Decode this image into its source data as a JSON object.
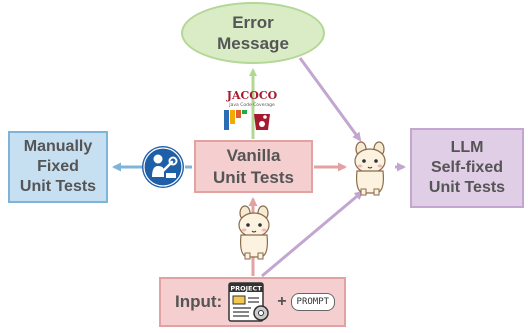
{
  "nodes": {
    "error": [
      "Error",
      "Message"
    ],
    "manual": [
      "Manually",
      "Fixed",
      "Unit Tests"
    ],
    "vanilla": [
      "Vanilla",
      "Unit Tests"
    ],
    "llm": [
      "LLM",
      "Self-fixed",
      "Unit Tests"
    ],
    "input_label": "Input:",
    "plus": "+"
  },
  "icons": {
    "project_doc": "PROJECT",
    "prompt_tag": "PROMPT",
    "jacoco_logo": "JACOCO",
    "jacoco_sub": "Java Code Coverage",
    "llama": "llama-icon",
    "repair": "person-with-wrench-icon"
  },
  "colors": {
    "green_fill": "#d9ecc6",
    "blue_fill": "#c6dff1",
    "red_fill": "#f5cfcf",
    "purple_fill": "#e0cde6",
    "green_arrow": "#b3d795",
    "blue_arrow": "#7fb3d9",
    "red_arrow": "#e3a2a2",
    "purple_arrow": "#c3a6cf"
  }
}
